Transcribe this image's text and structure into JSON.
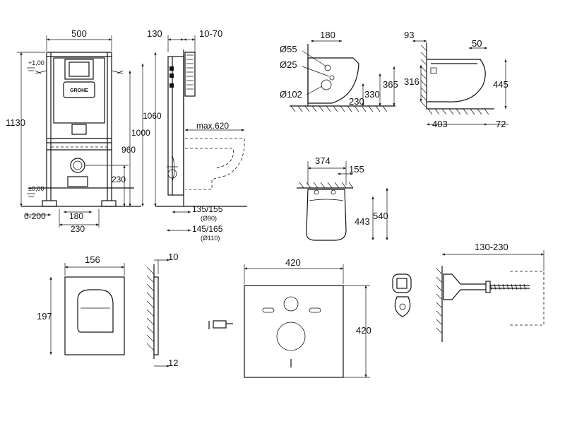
{
  "diagram": {
    "frame": {
      "width": "500",
      "height": "1130",
      "plus_level": "+1,00",
      "zero_level": "±0,00",
      "range_bottom": "0-200",
      "spacing_180": "180",
      "spacing_230": "230",
      "outlet_230": "230",
      "brand_logo": "GROHE"
    },
    "side_view": {
      "depth": "130",
      "wall_range": "10-70",
      "h1060": "1060",
      "h1000": "1000",
      "h960": "960",
      "max_620": "max.620",
      "pipe_a": "135/155",
      "pipe_a_note": "(Ø90)",
      "pipe_b": "145/165",
      "pipe_b_note": "(Ø110)"
    },
    "bowl_front": {
      "d180": "180",
      "d55": "Ø55",
      "d25": "Ø25",
      "d102": "Ø102",
      "h365": "365",
      "h330": "330",
      "h230": "230"
    },
    "bowl_side": {
      "d93": "93",
      "d50": "50",
      "h316": "316",
      "h445": "445",
      "w403": "403",
      "d72": "72"
    },
    "seat_top": {
      "w374": "374",
      "w155": "155",
      "h443": "443",
      "h540": "540"
    },
    "flush_plate": {
      "width": "156",
      "height": "197",
      "depth": "10",
      "depth_b": "12"
    },
    "sound_pad": {
      "width": "420",
      "height": "420"
    },
    "bolt": {
      "range": "130-230"
    }
  }
}
